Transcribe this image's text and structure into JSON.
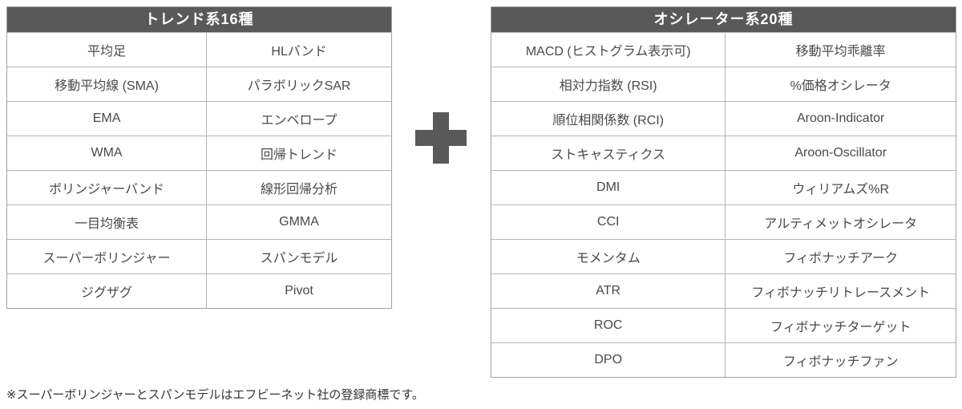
{
  "colors": {
    "header_bg": "#595959",
    "header_text": "#ffffff",
    "cell_text": "#4a4a4a",
    "border": "#b5b5b5",
    "plus": "#595959"
  },
  "plus_icon": "plus",
  "left_table": {
    "title": "トレンド系16種",
    "rows": [
      [
        "平均足",
        "HLバンド"
      ],
      [
        "移動平均線 (SMA)",
        "パラボリックSAR"
      ],
      [
        "EMA",
        "エンベロープ"
      ],
      [
        "WMA",
        "回帰トレンド"
      ],
      [
        "ボリンジャーバンド",
        "線形回帰分析"
      ],
      [
        "一目均衡表",
        "GMMA"
      ],
      [
        "スーパーボリンジャー",
        "スパンモデル"
      ],
      [
        "ジグザグ",
        "Pivot"
      ]
    ]
  },
  "right_table": {
    "title": "オシレーター系20種",
    "rows": [
      [
        "MACD (ヒストグラム表示可)",
        "移動平均乖離率"
      ],
      [
        "相対力指数 (RSI)",
        "%価格オシレータ"
      ],
      [
        "順位相関係数 (RCI)",
        "Aroon-Indicator"
      ],
      [
        "ストキャスティクス",
        "Aroon-Oscillator"
      ],
      [
        "DMI",
        "ウィリアムズ%R"
      ],
      [
        "CCI",
        "アルティメットオシレータ"
      ],
      [
        "モメンタム",
        "フィボナッチアーク"
      ],
      [
        "ATR",
        "フィボナッチリトレースメント"
      ],
      [
        "ROC",
        "フィボナッチターゲット"
      ],
      [
        "DPO",
        "フィボナッチファン"
      ]
    ]
  },
  "footnote": "※スーパーボリンジャーとスパンモデルはエフビーネット社の登録商標です。"
}
